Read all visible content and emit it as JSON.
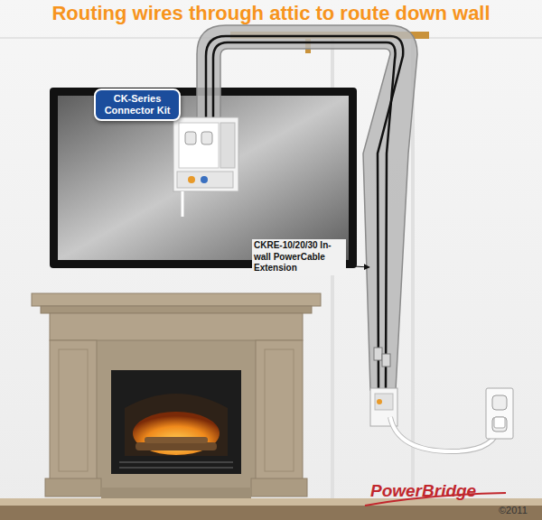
{
  "diagram": {
    "title": "Routing wires through attic to route down wall",
    "nodes": [
      {
        "text": [
          "CK-Series Connector Kit"
        ]
      }
    ],
    "labels": [
      "CKRE-10/20/30 In-wall PowerCable Extension",
      "PowerBridge",
      "©2011"
    ]
  }
}
